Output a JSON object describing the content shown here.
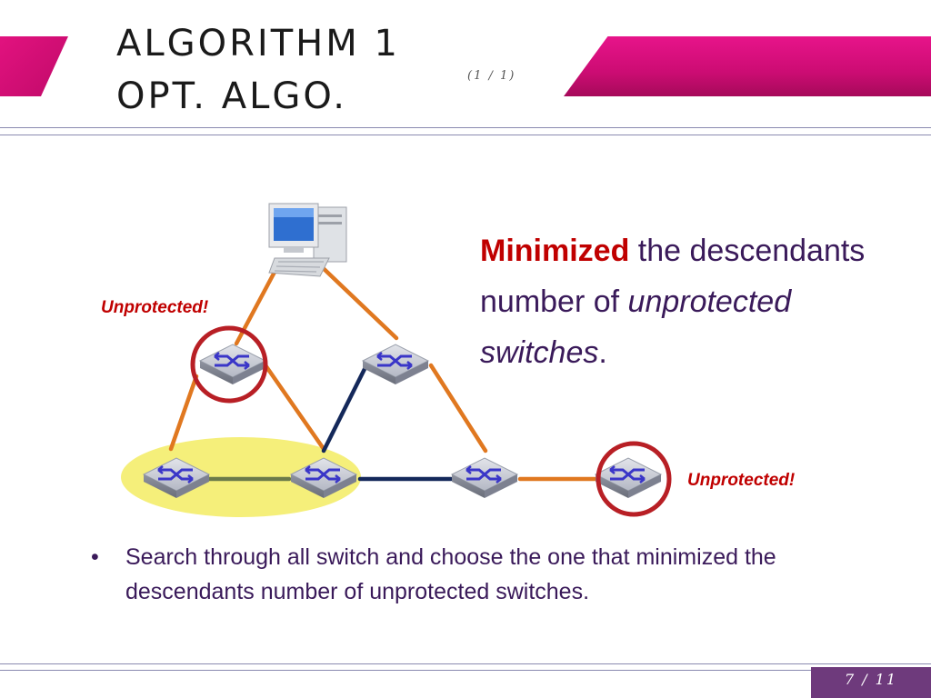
{
  "header": {
    "title_line1": "ALGORITHM 1",
    "title_line2": "OPT. ALGO.",
    "page_fraction": "(1 / 1)"
  },
  "diagram": {
    "unprotected_label_left": "Unprotected!",
    "unprotected_label_right": "Unprotected!",
    "icons": [
      "computer-icon",
      "switch-icon"
    ],
    "colors": {
      "orange_link": "#e07820",
      "navy_link": "#14285a",
      "olive_link": "#6b7a4a",
      "highlight": "#f5ef7a",
      "red_ring": "#b81f25"
    }
  },
  "description": {
    "bold_red": "Minimized",
    "text_part1": " the descendants number of ",
    "italic_part": "unprotected switches",
    "text_part2": "."
  },
  "bullet": {
    "symbol": "•",
    "text": "Search through all switch and choose the one that minimized the descendants number of unprotected switches."
  },
  "footer": {
    "page_number": "7 / 11"
  }
}
